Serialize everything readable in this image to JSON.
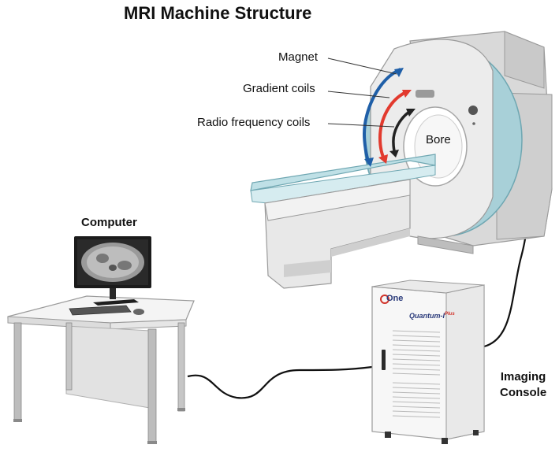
{
  "title": "MRI Machine Structure",
  "labels": {
    "magnet": "Magnet",
    "gradient_coils": "Gradient coils",
    "rf_coils": "Radio frequency coils",
    "bore": "Bore",
    "computer": "Computer",
    "console_line1": "Imaging",
    "console_line2": "Console"
  },
  "console_branding": {
    "brand": "One",
    "model": "Quantum-I",
    "model_suffix": "Plus"
  },
  "colors": {
    "magnet_arrow": "#1f5fa8",
    "gradient_arrow": "#e23a2e",
    "rf_arrow": "#222222",
    "scanner_body": "#e6e6e6",
    "scanner_ring": "#a8d0d8",
    "table_pad": "#bfe0e6",
    "cable": "#111111"
  }
}
